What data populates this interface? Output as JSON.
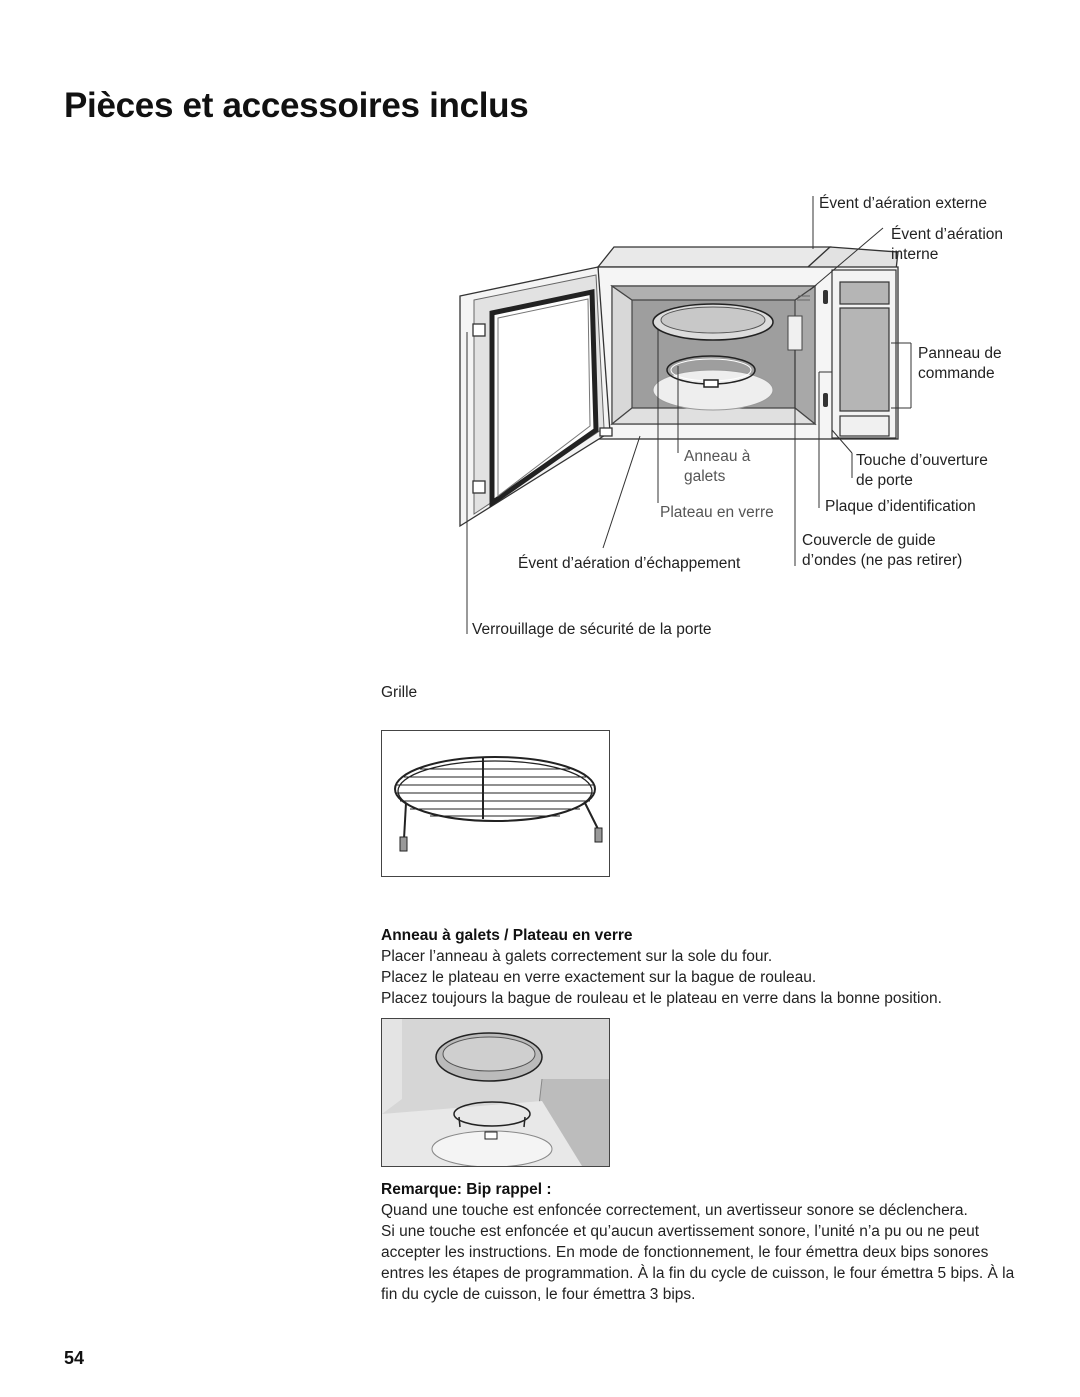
{
  "page": {
    "title": "Pièces et accessoires inclus",
    "page_number": "54"
  },
  "diagram_labels": {
    "vent_external": "Évent d’aération externe",
    "vent_internal_1": "Évent d’aération",
    "vent_internal_2": "interne",
    "control_panel_1": "Panneau de",
    "control_panel_2": "commande",
    "roller_ring_1": "Anneau à",
    "roller_ring_2": "galets",
    "door_button_1": "Touche d’ouverture",
    "door_button_2": "de porte",
    "glass_tray": "Plateau en verre",
    "id_plate": "Plaque d’identification",
    "waveguide_1": "Couvercle de guide",
    "waveguide_2": "d’ondes (ne pas retirer)",
    "exhaust_vent": "Évent d’aération d’échappement",
    "door_lock": "Verrouillage de sécurité de la porte"
  },
  "grille": {
    "label": "Grille"
  },
  "roller_section": {
    "heading": "Anneau à galets / Plateau en verre",
    "lines": [
      "Placer l’anneau à galets correctement sur la sole du four.",
      "Placez le plateau en verre exactement sur la bague de rouleau.",
      "Placez toujours la bague de rouleau et le plateau en verre dans la bonne position."
    ]
  },
  "note_section": {
    "heading": "Remarque:  Bip rappel :",
    "paragraphs": [
      "Quand une touche est enfoncée correctement, un avertisseur sonore se déclenchera.",
      "Si une touche est enfoncée et qu’aucun avertissement sonore, l’unité n’a pu ou ne peut accepter les instructions. En mode de fonctionnement, le four émettra deux bips sonores entres les étapes de programmation. À la fin du cycle de cuisson, le four émettra 5 bips. À la fin du cycle de cuisson, le four émettra 3 bips."
    ]
  },
  "colors": {
    "oven_body": "#f4f4f4",
    "oven_cavity": "#bdbdbd",
    "panel_gray": "#b8b8b8",
    "line": "#333333"
  }
}
